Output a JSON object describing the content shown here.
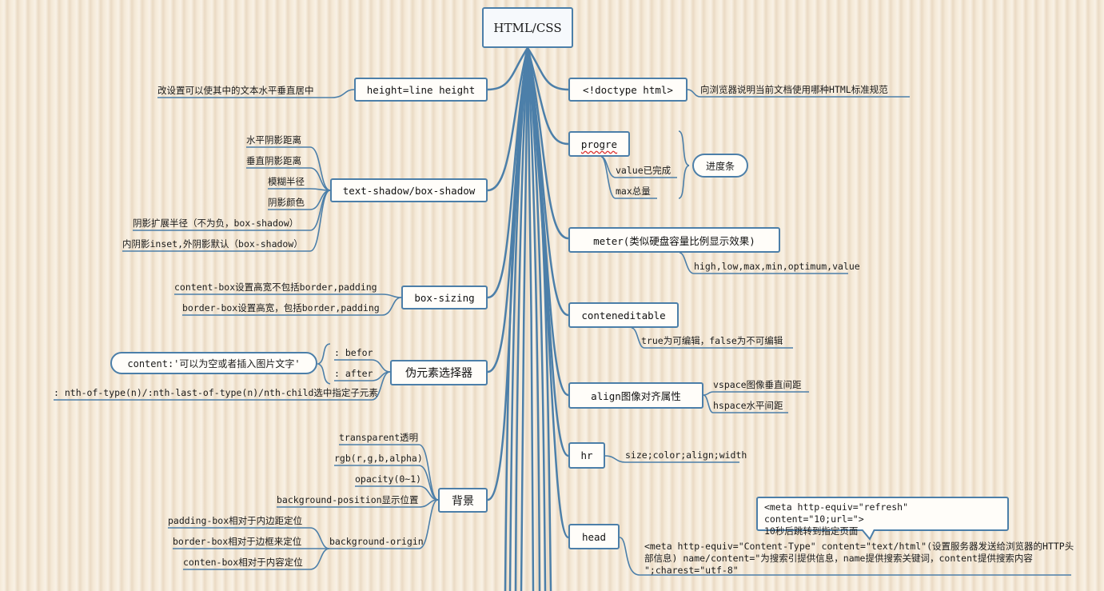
{
  "root": "HTML/CSS",
  "left": {
    "height": {
      "label": "height=line height",
      "leaf": "改设置可以使其中的文本水平垂直居中"
    },
    "shadow": {
      "label": "text-shadow/box-shadow",
      "items": [
        "水平阴影距离",
        "垂直阴影距离",
        "模糊半径",
        "阴影颜色",
        "阴影扩展半径（不为负，box-shadow）",
        "内阴影inset,外阴影默认（box-shadow）"
      ]
    },
    "boxsizing": {
      "label": "box-sizing",
      "items": [
        "content-box设置高宽不包括border,padding",
        "border-box设置高宽，包括border,padding"
      ]
    },
    "pseudo": {
      "label": "伪元素选择器",
      "befor": ": befor",
      "after": ": after",
      "bubble": "content:'可以为空或者插入图片文字'",
      "nth": ": nth-of-type(n)/:nth-last-of-type(n)/nth-child选中指定子元素"
    },
    "background": {
      "label": "背景",
      "items": [
        "transparent透明",
        "rgb(r,g,b,alpha)",
        "opacity(0~1)",
        "background-position显示位置"
      ],
      "origin": {
        "label": "background-origin",
        "items": [
          "padding-box相对于内边距定位",
          "border-box相对于边框来定位",
          "conten-box相对于内容定位"
        ]
      }
    }
  },
  "right": {
    "doctype": {
      "label": "<!doctype html>",
      "leaf": "向浏览器说明当前文档使用哪种HTML标准规范"
    },
    "progre": {
      "label": "progre",
      "items": [
        "value已完成",
        "max总量"
      ],
      "group": "进度条"
    },
    "meter": {
      "label": "meter(类似硬盘容量比例显示效果)",
      "leaf": "high,low,max,min,optimum,value"
    },
    "editable": {
      "label": "conteneditable",
      "leaf": "true为可编辑，false为不可编辑"
    },
    "align": {
      "label": "align图像对齐属性",
      "items": [
        "vspace图像垂直间距",
        "hspace水平间距"
      ]
    },
    "hr": {
      "label": "hr",
      "leaf": "size;color;align;width"
    },
    "head": {
      "label": "head",
      "callout1": "<meta http-equiv=\"refresh\" content=\"10;url=\">",
      "callout2": "10秒后跳转到指定页面",
      "meta1": "<meta http-equiv=\"Content-Type\" content=\"text/html\"(设置服务器发送给浏览器的HTTP头",
      "meta2": "部信息) name/content=\"为搜索引提供信息，name提供搜索关键词，content提供搜索内容",
      "meta3": "\";charest=\"utf-8\""
    }
  }
}
